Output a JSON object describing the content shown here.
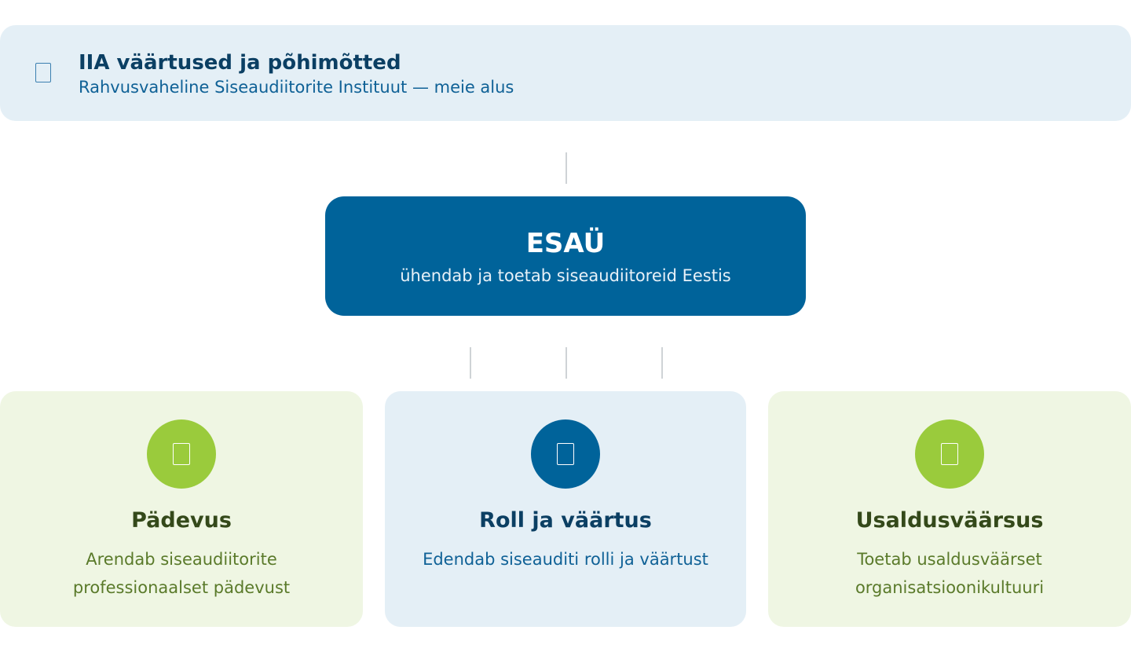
{
  "banner": {
    "icon": "document-icon",
    "title": "IIA väärtused ja põhimõtted",
    "subtitle": "Rahvusvaheline Siseaudiitorite Instituut — meie alus"
  },
  "center": {
    "title": "ESAÜ",
    "subtitle": "ühendab ja toetab siseaudiitoreid Eestis"
  },
  "cards": [
    {
      "icon": "document-icon",
      "title": "Pädevus",
      "text": "Arendab siseaudiitorite professionaalset pädevust",
      "theme": "green"
    },
    {
      "icon": "document-icon",
      "title": "Roll ja väärtus",
      "text": "Edendab siseauditi rolli ja väärtust",
      "theme": "blue"
    },
    {
      "icon": "document-icon",
      "title": "Usaldusväärsus",
      "text": "Toetab usaldusväärset organisatsioonikultuuri",
      "theme": "green"
    }
  ],
  "colors": {
    "primary_blue": "#00639a",
    "accent_green": "#9acb3c",
    "light_blue_bg": "#e4eff6",
    "light_green_bg": "#eff6e3",
    "dark_navy_text": "#0b3f63",
    "dark_green_text": "#34491a"
  }
}
